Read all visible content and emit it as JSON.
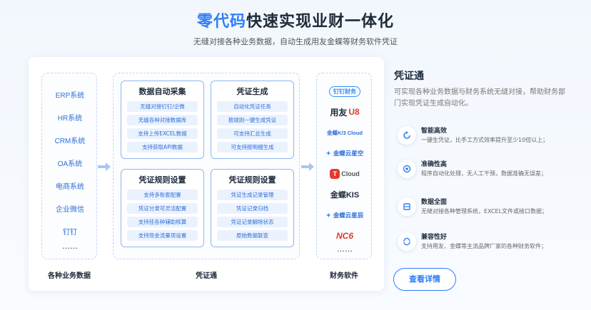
{
  "header": {
    "title_highlight": "零代码",
    "title_rest": "快速实现业财一体化",
    "subtitle": "无缝对接各种业务数据，自动生成用友金蝶等财务软件凭证"
  },
  "business_data": {
    "items": [
      "ERP系统",
      "HR系统",
      "CRM系统",
      "OA系统",
      "电商系统",
      "企业微信",
      "钉钉"
    ],
    "more": "……",
    "label": "各种业务数据"
  },
  "voucher": {
    "label": "凭证通",
    "modules": [
      {
        "title": "数据自动采集",
        "items": [
          "无缝对接钉钉/企微",
          "无缝各种对接数据库",
          "支持上传EXCEL数据",
          "支持获取API数据"
        ]
      },
      {
        "title": "凭证生成",
        "items": [
          "自动化凭证任务",
          "按规则一键生成凭证",
          "可支持汇总生成",
          "可支持按明细生成"
        ]
      },
      {
        "title": "凭证规则设置",
        "items": [
          "支持多账套配置",
          "凭证分录可灵活配置",
          "支持挂各种辅助核算",
          "支持现金流量项设置"
        ]
      },
      {
        "title": "凭证规则设置",
        "items": [
          "凭证生成记录管理",
          "凭证记录归档",
          "凭证记录解除状态",
          "原始数据联查"
        ]
      }
    ]
  },
  "finance": {
    "logos": [
      {
        "text": "钉钉财务",
        "color": "#3a8ef6"
      },
      {
        "text": "用友",
        "text2": "U8",
        "color": "#e23b2e"
      },
      {
        "text": "金蝶K/3 Cloud",
        "color": "#2f6fd6"
      },
      {
        "text": "金蝶云星空",
        "color": "#2f6fd6"
      },
      {
        "text": "Cloud",
        "color": "#e23b2e"
      },
      {
        "text": "金蝶KIS",
        "color": "#2f6fd6"
      },
      {
        "text": "金蝶云星辰",
        "color": "#2f6fd6"
      },
      {
        "text": "NC6",
        "color": "#e23b2e"
      }
    ],
    "more": "……",
    "label": "财务软件"
  },
  "side": {
    "title": "凭证通",
    "desc": "可实现各种业务数据与财务系统无缝对接，帮助财务部门实现凭证生成自动化。",
    "features": [
      {
        "title": "智能高效",
        "desc": "一键生凭证，比手工方式效率提升至少10倍以上；",
        "icon": "refresh-icon"
      },
      {
        "title": "准确性高",
        "desc": "程序自动化处理，无人工干预，数据准确无误差；",
        "icon": "target-icon"
      },
      {
        "title": "数据全面",
        "desc": "无缝对接各种管理系统，EXCEL文件或接口数据；",
        "icon": "database-icon"
      },
      {
        "title": "兼容性好",
        "desc": "支持用友、金蝶等主流品牌厂家的各种财务软件；",
        "icon": "sync-icon"
      }
    ],
    "button": "查看详情"
  },
  "colors": {
    "accent": "#2f7ef6",
    "pill_bg": "#eaf2fe"
  }
}
